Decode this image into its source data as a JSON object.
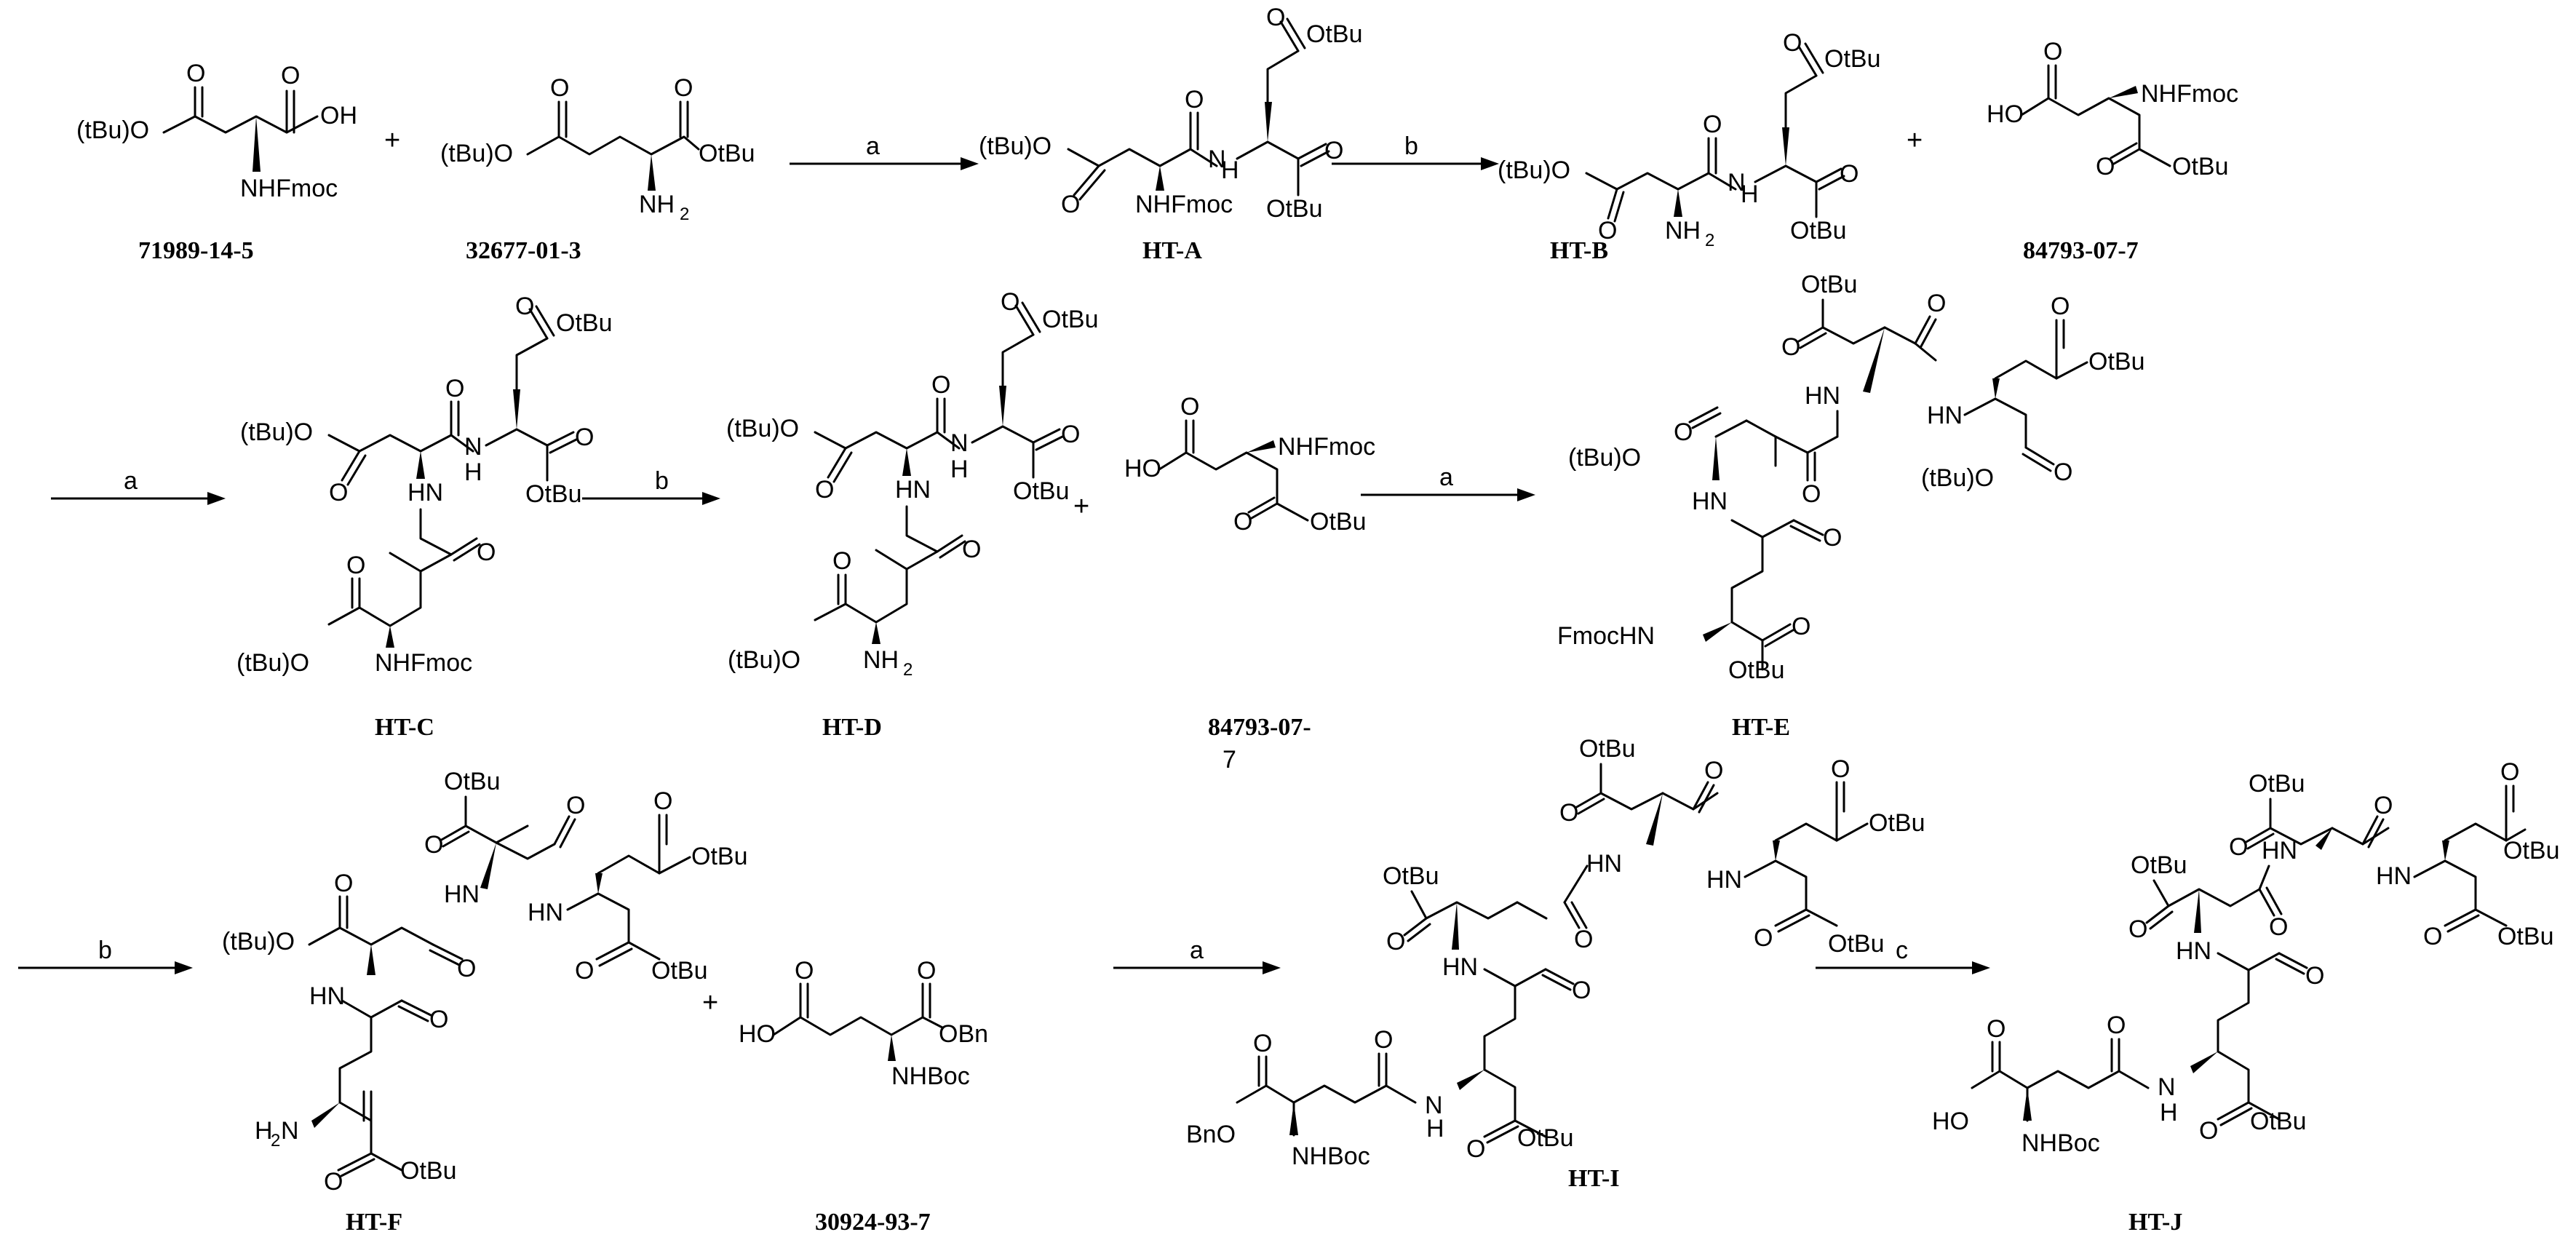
{
  "compounds": {
    "c71989": "71989-14-5",
    "c32677": "32677-01-3",
    "htA": "HT-A",
    "htB": "HT-B",
    "c84793a": "84793-07-7",
    "htC": "HT-C",
    "htD": "HT-D",
    "c84793b_1": "84793-07-",
    "c84793b_2": "7",
    "htE": "HT-E",
    "htF": "HT-F",
    "c30924": "30924-93-7",
    "htI": "HT-I",
    "htJ": "HT-J"
  },
  "conditions": {
    "a": "a",
    "b": "b",
    "c": "c"
  },
  "plus": "+",
  "atoms": {
    "O": "O",
    "OH": "OH",
    "HO": "HO",
    "H": "H",
    "N": "N",
    "HN": "HN",
    "OtBu": "OtBu",
    "OBn": "OBn",
    "tBuO": "(tBu)O",
    "BnO": "BnO",
    "NHFmoc": "NHFmoc",
    "FmocHN": "FmocHN",
    "NHBoc": "NHBoc",
    "NH": "NH",
    "H2N": "H",
    "N_of_H2N": "N",
    "two": "2"
  }
}
